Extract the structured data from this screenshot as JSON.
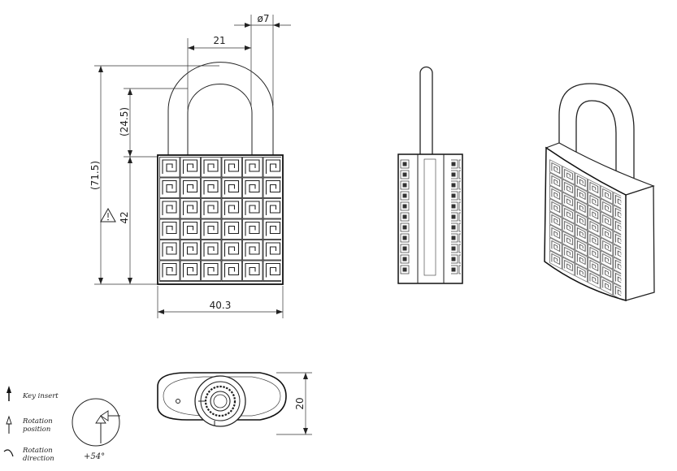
{
  "dimensions": {
    "shackle_diameter": "ø7",
    "shackle_inner_width": "21",
    "shackle_clearance": "(24.5)",
    "overall_height": "(71.5)",
    "body_height": "42",
    "body_width": "40.3",
    "body_thickness": "20"
  },
  "legend": {
    "key_insert": "Key insert",
    "rotation_position_line1": "Rotation",
    "rotation_position_line2": "position",
    "rotation_direction_line1": "Rotation",
    "rotation_direction_line2": "direction",
    "rotation_angle": "+54°"
  },
  "icons": {
    "key_insert_arrow": "filled-arrow-up-icon",
    "rotation_position_arrow": "hollow-arrow-up-icon",
    "rotation_direction_arrow": "curved-arrow-icon",
    "warning_triangle": "warning-triangle-icon"
  }
}
